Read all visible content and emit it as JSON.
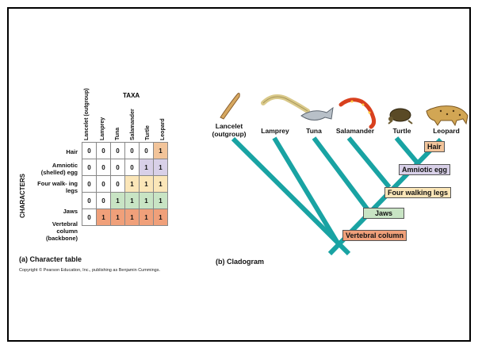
{
  "colors": {
    "hair": "#f2c49a",
    "amniotic": "#d8d0e8",
    "four_legs": "#fbe6b8",
    "jaws": "#c8e4c4",
    "vertebral": "#f0a07a",
    "tree": "#19a3a3"
  },
  "table": {
    "taxa_header": "TAXA",
    "characters_header": "CHARACTERS",
    "columns": [
      "Lancelet (outgroup)",
      "Lamprey",
      "Tuna",
      "Salamander",
      "Turtle",
      "Leopard"
    ],
    "rows": [
      {
        "label": "Hair",
        "cells": [
          "0",
          "0",
          "0",
          "0",
          "0",
          "1"
        ]
      },
      {
        "label": "Amniotic (shelled) egg",
        "cells": [
          "0",
          "0",
          "0",
          "0",
          "1",
          "1"
        ]
      },
      {
        "label": "Four walk- ing legs",
        "cells": [
          "0",
          "0",
          "0",
          "1",
          "1",
          "1"
        ]
      },
      {
        "label": "Jaws",
        "cells": [
          "0",
          "0",
          "1",
          "1",
          "1",
          "1"
        ]
      },
      {
        "label": "Vertebral column (backbone)",
        "cells": [
          "0",
          "1",
          "1",
          "1",
          "1",
          "1"
        ]
      }
    ],
    "caption": "(a) Character table",
    "copyright": "Copyright © Pearson Education, Inc., publishing as Benjamin Cummings."
  },
  "cladogram": {
    "taxa": [
      "Lancelet (outgroup)",
      "Lamprey",
      "Tuna",
      "Salamander",
      "Turtle",
      "Leopard"
    ],
    "characters": [
      "Hair",
      "Amniotic egg",
      "Four walking legs",
      "Jaws",
      "Vertebral column"
    ],
    "caption": "(b) Cladogram",
    "animal_icons": [
      "lancelet-icon",
      "lamprey-icon",
      "tuna-icon",
      "salamander-icon",
      "turtle-icon",
      "leopard-icon"
    ]
  }
}
